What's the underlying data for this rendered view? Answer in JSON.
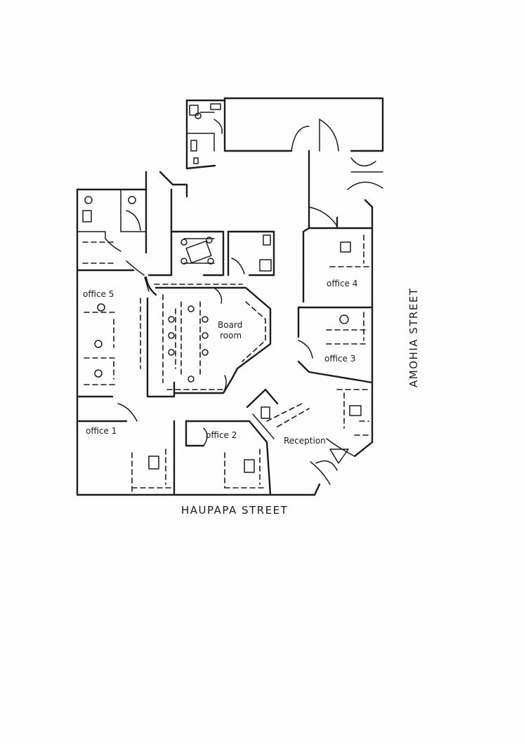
{
  "rooms": {
    "office_5": "office 5",
    "board_room_line1": "Board",
    "board_room_line2": "room",
    "office_4": "office 4",
    "office_3": "office 3",
    "office_1": "office 1",
    "office_2": "office 2",
    "reception": "Reception"
  },
  "streets": {
    "south": "HAUPAPA STREET",
    "east": "AMOHIA STREET"
  }
}
